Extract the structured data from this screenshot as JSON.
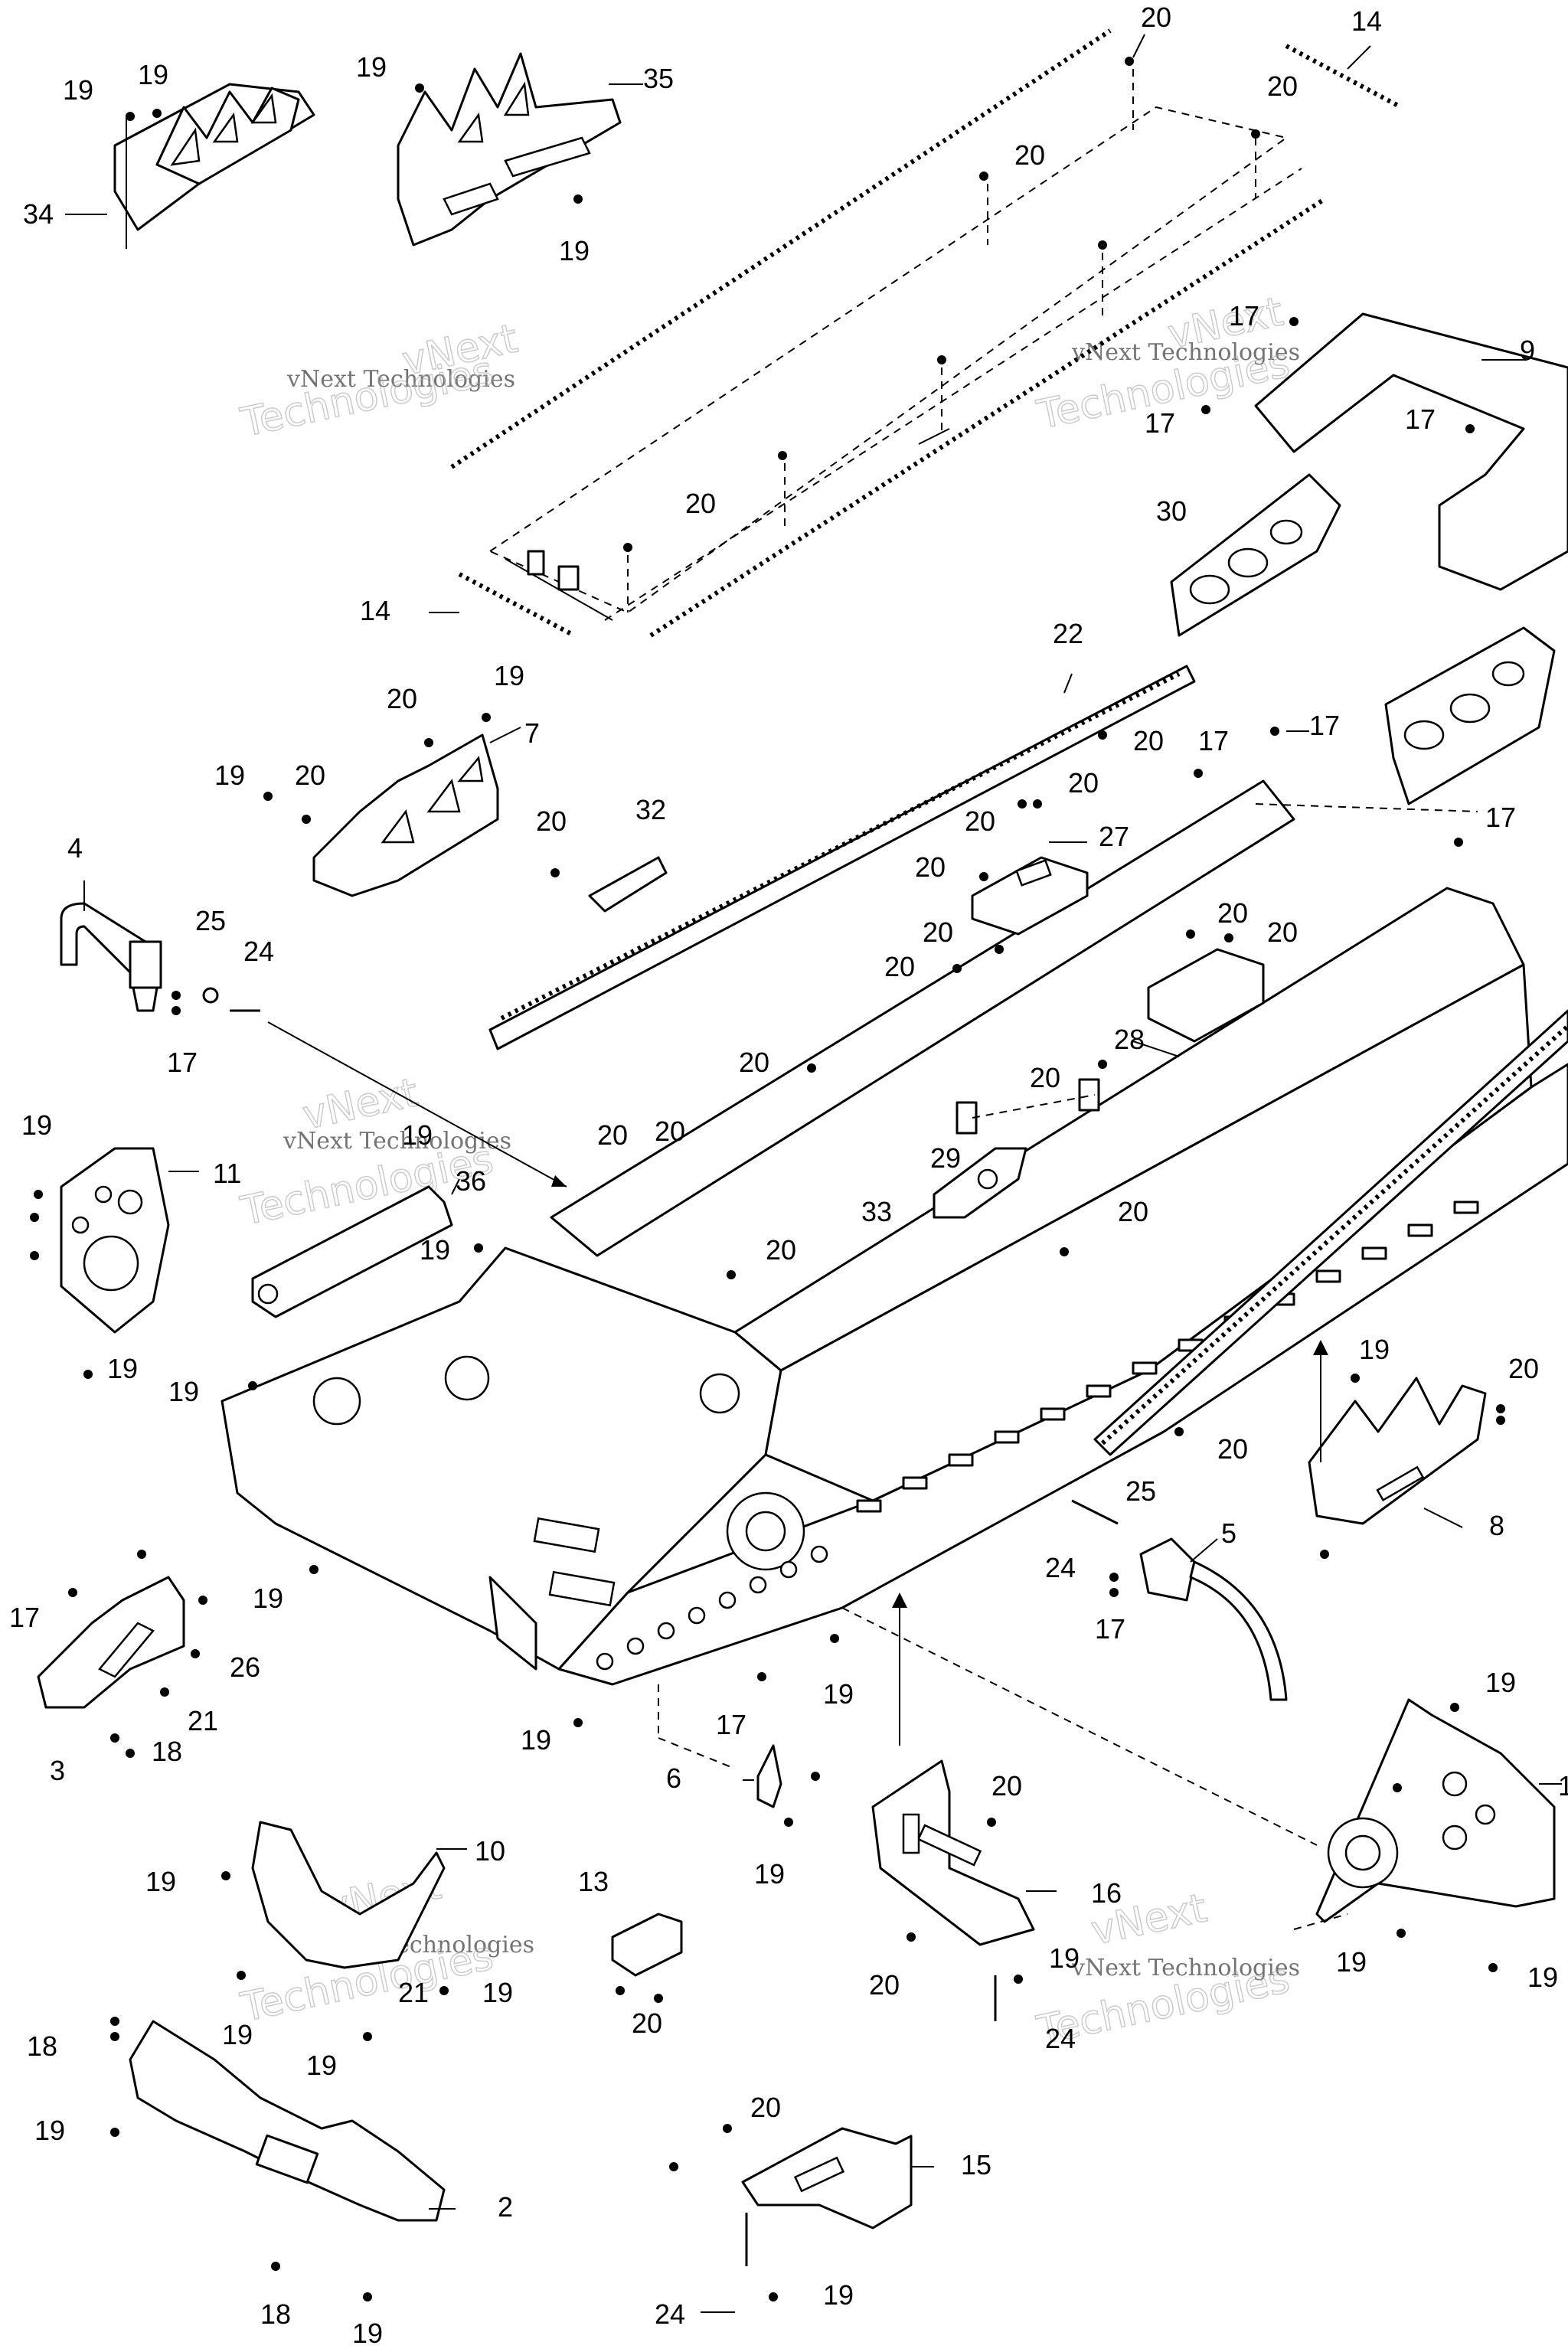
{
  "watermark": {
    "line1": "vNext Technologies",
    "line2": "vNext",
    "line3": "Technologies"
  },
  "callouts": {
    "c19a": "19",
    "c19b": "19",
    "c34": "34",
    "c19c": "19",
    "c35": "35",
    "c19d": "19",
    "c20a": "20",
    "c14a": "14",
    "c20b": "20",
    "c20c": "20",
    "c20d": "20",
    "c14b": "14",
    "c17a": "17",
    "c9": "9",
    "c17b": "17",
    "c17c": "17",
    "c30": "30",
    "c22": "22",
    "c20e": "20",
    "c17d": "17",
    "c17e": "17",
    "c20f": "20",
    "c19e": "19",
    "c7": "7",
    "c19f": "19",
    "c20g": "20",
    "c20h": "20",
    "c32": "32",
    "c20i": "20",
    "c20j": "20",
    "c27": "27",
    "c20k": "20",
    "c4": "4",
    "c25a": "25",
    "c24a": "24",
    "c17f": "17",
    "c17g": "17",
    "c20l": "20",
    "c20m": "20",
    "c20n": "20",
    "c20o": "20",
    "c28": "28",
    "c20p": "20",
    "c20q": "20",
    "c29": "29",
    "c33": "33",
    "c19g": "19",
    "c11": "11",
    "c19h": "19",
    "c36": "36",
    "c19i": "19",
    "c20r": "20",
    "c20s": "20",
    "c20t": "20",
    "c20u": "20",
    "c19j": "19",
    "c19k": "19",
    "c20v": "20",
    "c19l": "19",
    "c8": "8",
    "c20w": "20",
    "c25b": "25",
    "c5": "5",
    "c24b": "24",
    "c17h": "17",
    "c19m": "19",
    "c17i": "17",
    "c26": "26",
    "c21a": "21",
    "c3": "3",
    "c18a": "18",
    "c19n": "19",
    "c17j": "17",
    "c19o": "19",
    "c19p": "19",
    "c1": "1",
    "c6": "6",
    "c19q": "19",
    "c20x": "20",
    "c16": "16",
    "c19r": "19",
    "c20y": "20",
    "c24c": "24",
    "c19s": "19",
    "c19t": "19",
    "c10": "10",
    "c19u": "19",
    "c21b": "21",
    "c19v": "19",
    "c19w": "19",
    "c19x": "19",
    "c13": "13",
    "c20z": "20",
    "c18b": "18",
    "c19y": "19",
    "c2": "2",
    "c18c": "18",
    "c19z": "19",
    "c20aa": "20",
    "c15": "15",
    "c24d": "24",
    "c19ab": "19"
  }
}
